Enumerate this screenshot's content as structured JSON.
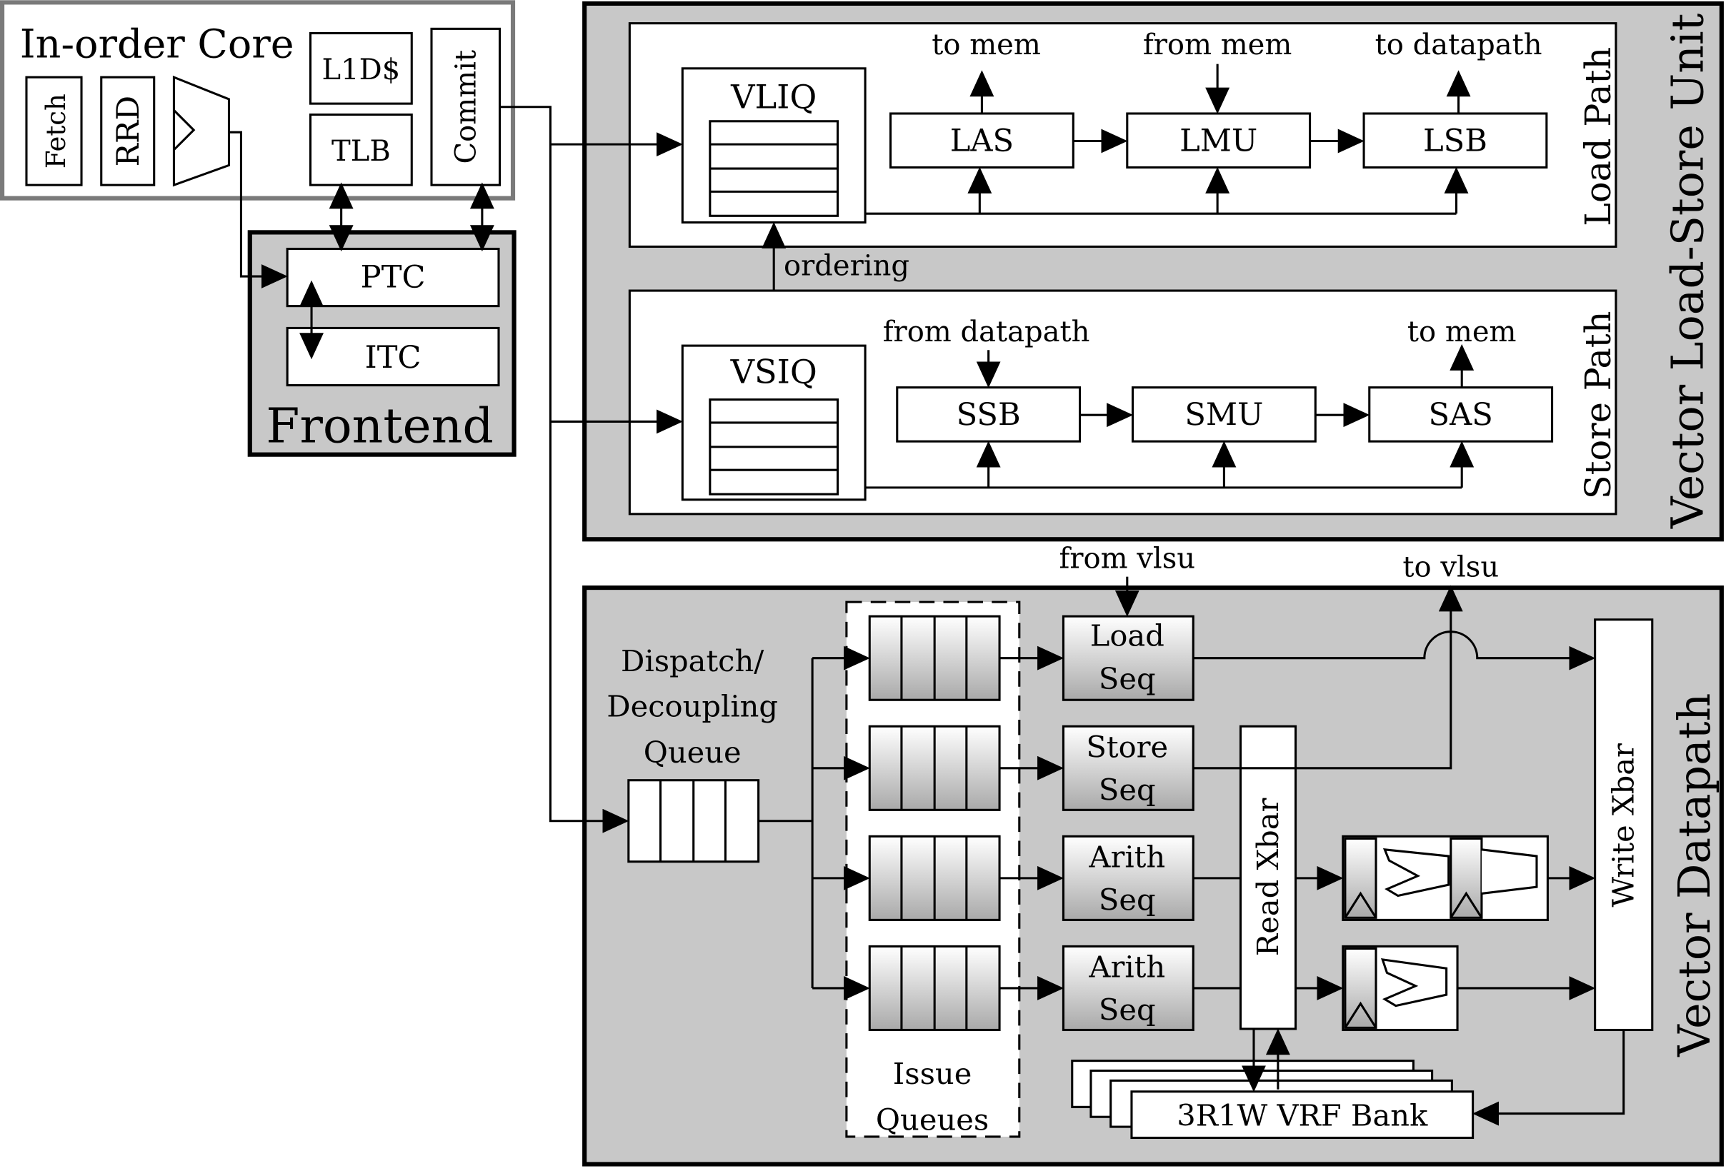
{
  "core": {
    "title": "In-order Core",
    "fetch": "Fetch",
    "rrd": "RRD",
    "l1d": "L1D$",
    "tlb": "TLB",
    "commit": "Commit"
  },
  "frontend": {
    "title": "Frontend",
    "ptc": "PTC",
    "itc": "ITC"
  },
  "vlsu": {
    "title": "Vector Load-Store Unit",
    "load_path": {
      "title": "Load Path",
      "queue": "VLIQ",
      "las": "LAS",
      "lmu": "LMU",
      "lsb": "LSB",
      "to_mem": "to mem",
      "from_mem": "from mem",
      "to_datapath": "to datapath"
    },
    "ordering": "ordering",
    "store_path": {
      "title": "Store Path",
      "queue": "VSIQ",
      "ssb": "SSB",
      "smu": "SMU",
      "sas": "SAS",
      "from_datapath": "from datapath",
      "to_mem": "to mem"
    }
  },
  "datapath": {
    "title": "Vector Datapath",
    "from_vlsu": "from vlsu",
    "to_vlsu": "to vlsu",
    "dispatch_line1": "Dispatch/",
    "dispatch_line2": "Decoupling",
    "dispatch_line3": "Queue",
    "issue_line1": "Issue",
    "issue_line2": "Queues",
    "load_seq_1": "Load",
    "load_seq_2": "Seq",
    "store_seq_1": "Store",
    "store_seq_2": "Seq",
    "arith_seq_a_1": "Arith",
    "arith_seq_a_2": "Seq",
    "arith_seq_b_1": "Arith",
    "arith_seq_b_2": "Seq",
    "read_xbar": "Read Xbar",
    "write_xbar": "Write Xbar",
    "vrf_bank": "3R1W VRF Bank"
  }
}
